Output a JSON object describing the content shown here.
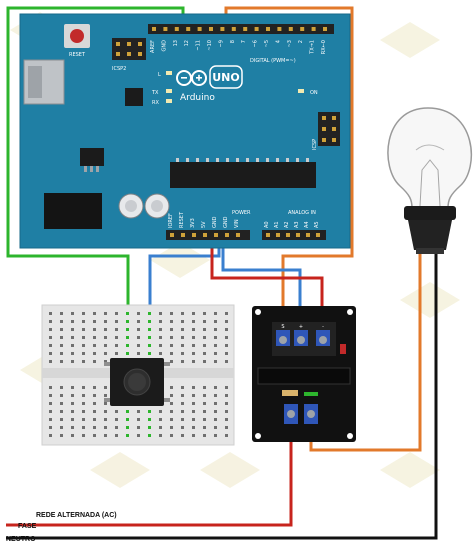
{
  "colors": {
    "board": "#1f7fa4",
    "board_dark": "#17698a",
    "header": "#222222",
    "wire_green": "#2db52d",
    "wire_orange": "#e2792b",
    "wire_red": "#c7241d",
    "wire_blue": "#3a7fcf",
    "wire_black": "#111111",
    "breadboard": "#e6e6e6",
    "relay_board": "#111111",
    "terminal_blue": "#2f56b8",
    "watermark": "#f1ecd2"
  },
  "arduino": {
    "reset_label": "RESET",
    "icsp2_label": "ICSP2",
    "l_label": "L",
    "tx_label": "TX",
    "rx_label": "RX",
    "brand_label": "Arduino",
    "model_label": "UNO",
    "on_label": "ON",
    "icsp_label": "ICSP",
    "digital_label": "DIGITAL (PWM=~)",
    "top_pin_labels": [
      "AREF",
      "GND",
      "13",
      "12",
      "~11",
      "~10",
      "~9",
      "8",
      "7",
      "~6",
      "~5",
      "4",
      "~3",
      "2",
      "TX→1",
      "RX←0"
    ],
    "power_label": "POWER",
    "analog_label": "ANALOG IN",
    "bottom_pin_labels": [
      "IOREF",
      "RESET",
      "3V3",
      "5V",
      "GND",
      "GND",
      "VIN",
      "A0",
      "A1",
      "A2",
      "A3",
      "A4",
      "A5"
    ]
  },
  "relay": {
    "pin_labels": [
      "S",
      "+",
      "-"
    ]
  },
  "labels": {
    "rede_alternada": "REDE ALTERNADA (AC)",
    "fase": "FASE",
    "neutro": "NEUTRO"
  }
}
